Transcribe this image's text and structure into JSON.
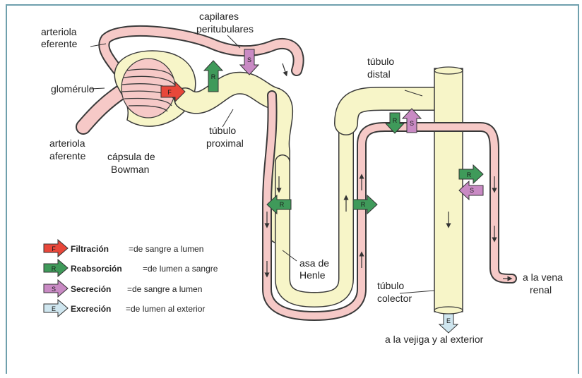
{
  "labels": {
    "arteriola_eferente": [
      "arteriola",
      "eferente"
    ],
    "capilares": [
      "capilares",
      "peritubulares"
    ],
    "glomerulo": "glomérulo",
    "arteriola_aferente": [
      "arteriola",
      "aferente"
    ],
    "capsula": [
      "cápsula de",
      "Bowman"
    ],
    "tubulo_proximal": [
      "túbulo",
      "proximal"
    ],
    "tubulo_distal": [
      "túbulo",
      "distal"
    ],
    "asa_henle": [
      "asa de",
      "Henle"
    ],
    "tubulo_colector": [
      "túbulo",
      "colector"
    ],
    "vena_renal": [
      "a la vena",
      "renal"
    ],
    "vejiga": "a la vejiga y al exterior"
  },
  "arrow_letters": {
    "F": "F",
    "R": "R",
    "S": "S",
    "E": "E"
  },
  "legend": [
    {
      "letter": "F",
      "term": "Filtración",
      "desc": "=de sangre a lumen",
      "color": "#e8473a"
    },
    {
      "letter": "R",
      "term": "Reabsorción",
      "desc": "=de lumen a sangre",
      "color": "#3f9a5a"
    },
    {
      "letter": "S",
      "term": "Secreción",
      "desc": "=de sangre a lumen",
      "color": "#c98ac4"
    },
    {
      "letter": "E",
      "term": "Excreción",
      "desc": "=de lumen al exterior",
      "color": "#cfe6ef"
    }
  ],
  "colors": {
    "tubule": "#f7f5c8",
    "vessel": "#f6c9c7",
    "outline": "#3a3a3a",
    "frame": "#6fa0ad"
  }
}
